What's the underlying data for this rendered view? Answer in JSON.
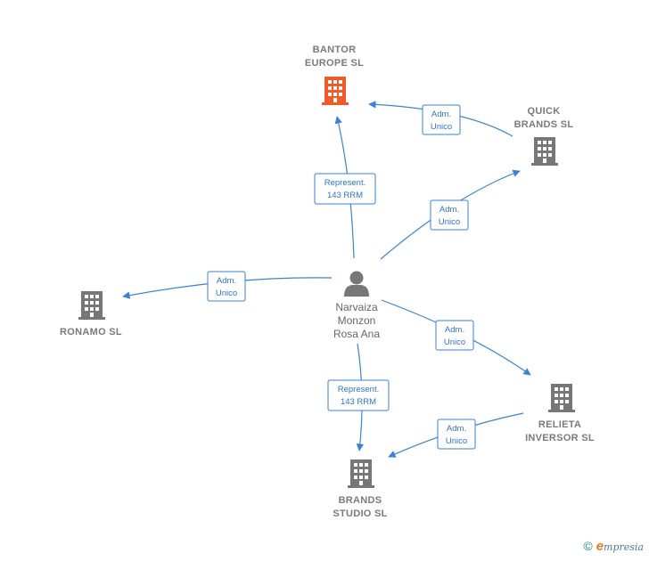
{
  "nodes": {
    "bantor": {
      "lines": [
        "BANTOR",
        "EUROPE  SL"
      ],
      "color": "#f05a28"
    },
    "quick": {
      "lines": [
        "QUICK",
        "BRANDS  SL"
      ],
      "color": "#777777"
    },
    "ronamo": {
      "lines": [
        "RONAMO  SL"
      ],
      "color": "#777777"
    },
    "relieta": {
      "lines": [
        "RELIETA",
        "INVERSOR  SL"
      ],
      "color": "#777777"
    },
    "brands_studio": {
      "lines": [
        "BRANDS",
        "STUDIO  SL"
      ],
      "color": "#777777"
    },
    "person": {
      "lines": [
        "Narvaiza",
        "Monzon",
        "Rosa Ana"
      ],
      "color": "#777777"
    }
  },
  "edges": {
    "to_bantor": {
      "lines": [
        "Represent.",
        "143 RRM"
      ]
    },
    "quick_to_bantor": {
      "lines": [
        "Adm.",
        "Unico"
      ]
    },
    "to_quick": {
      "lines": [
        "Adm.",
        "Unico"
      ]
    },
    "to_ronamo": {
      "lines": [
        "Adm.",
        "Unico"
      ]
    },
    "to_relieta": {
      "lines": [
        "Adm.",
        "Unico"
      ]
    },
    "to_brands_studio": {
      "lines": [
        "Represent.",
        "143 RRM"
      ]
    },
    "relieta_to_brands_studio": {
      "lines": [
        "Adm.",
        "Unico"
      ]
    }
  },
  "footer": {
    "copyright": "©",
    "brand_initial": "e",
    "brand_rest": "mpresia"
  },
  "colors": {
    "edge": "#3a82d6",
    "accent": "#f05a28"
  }
}
